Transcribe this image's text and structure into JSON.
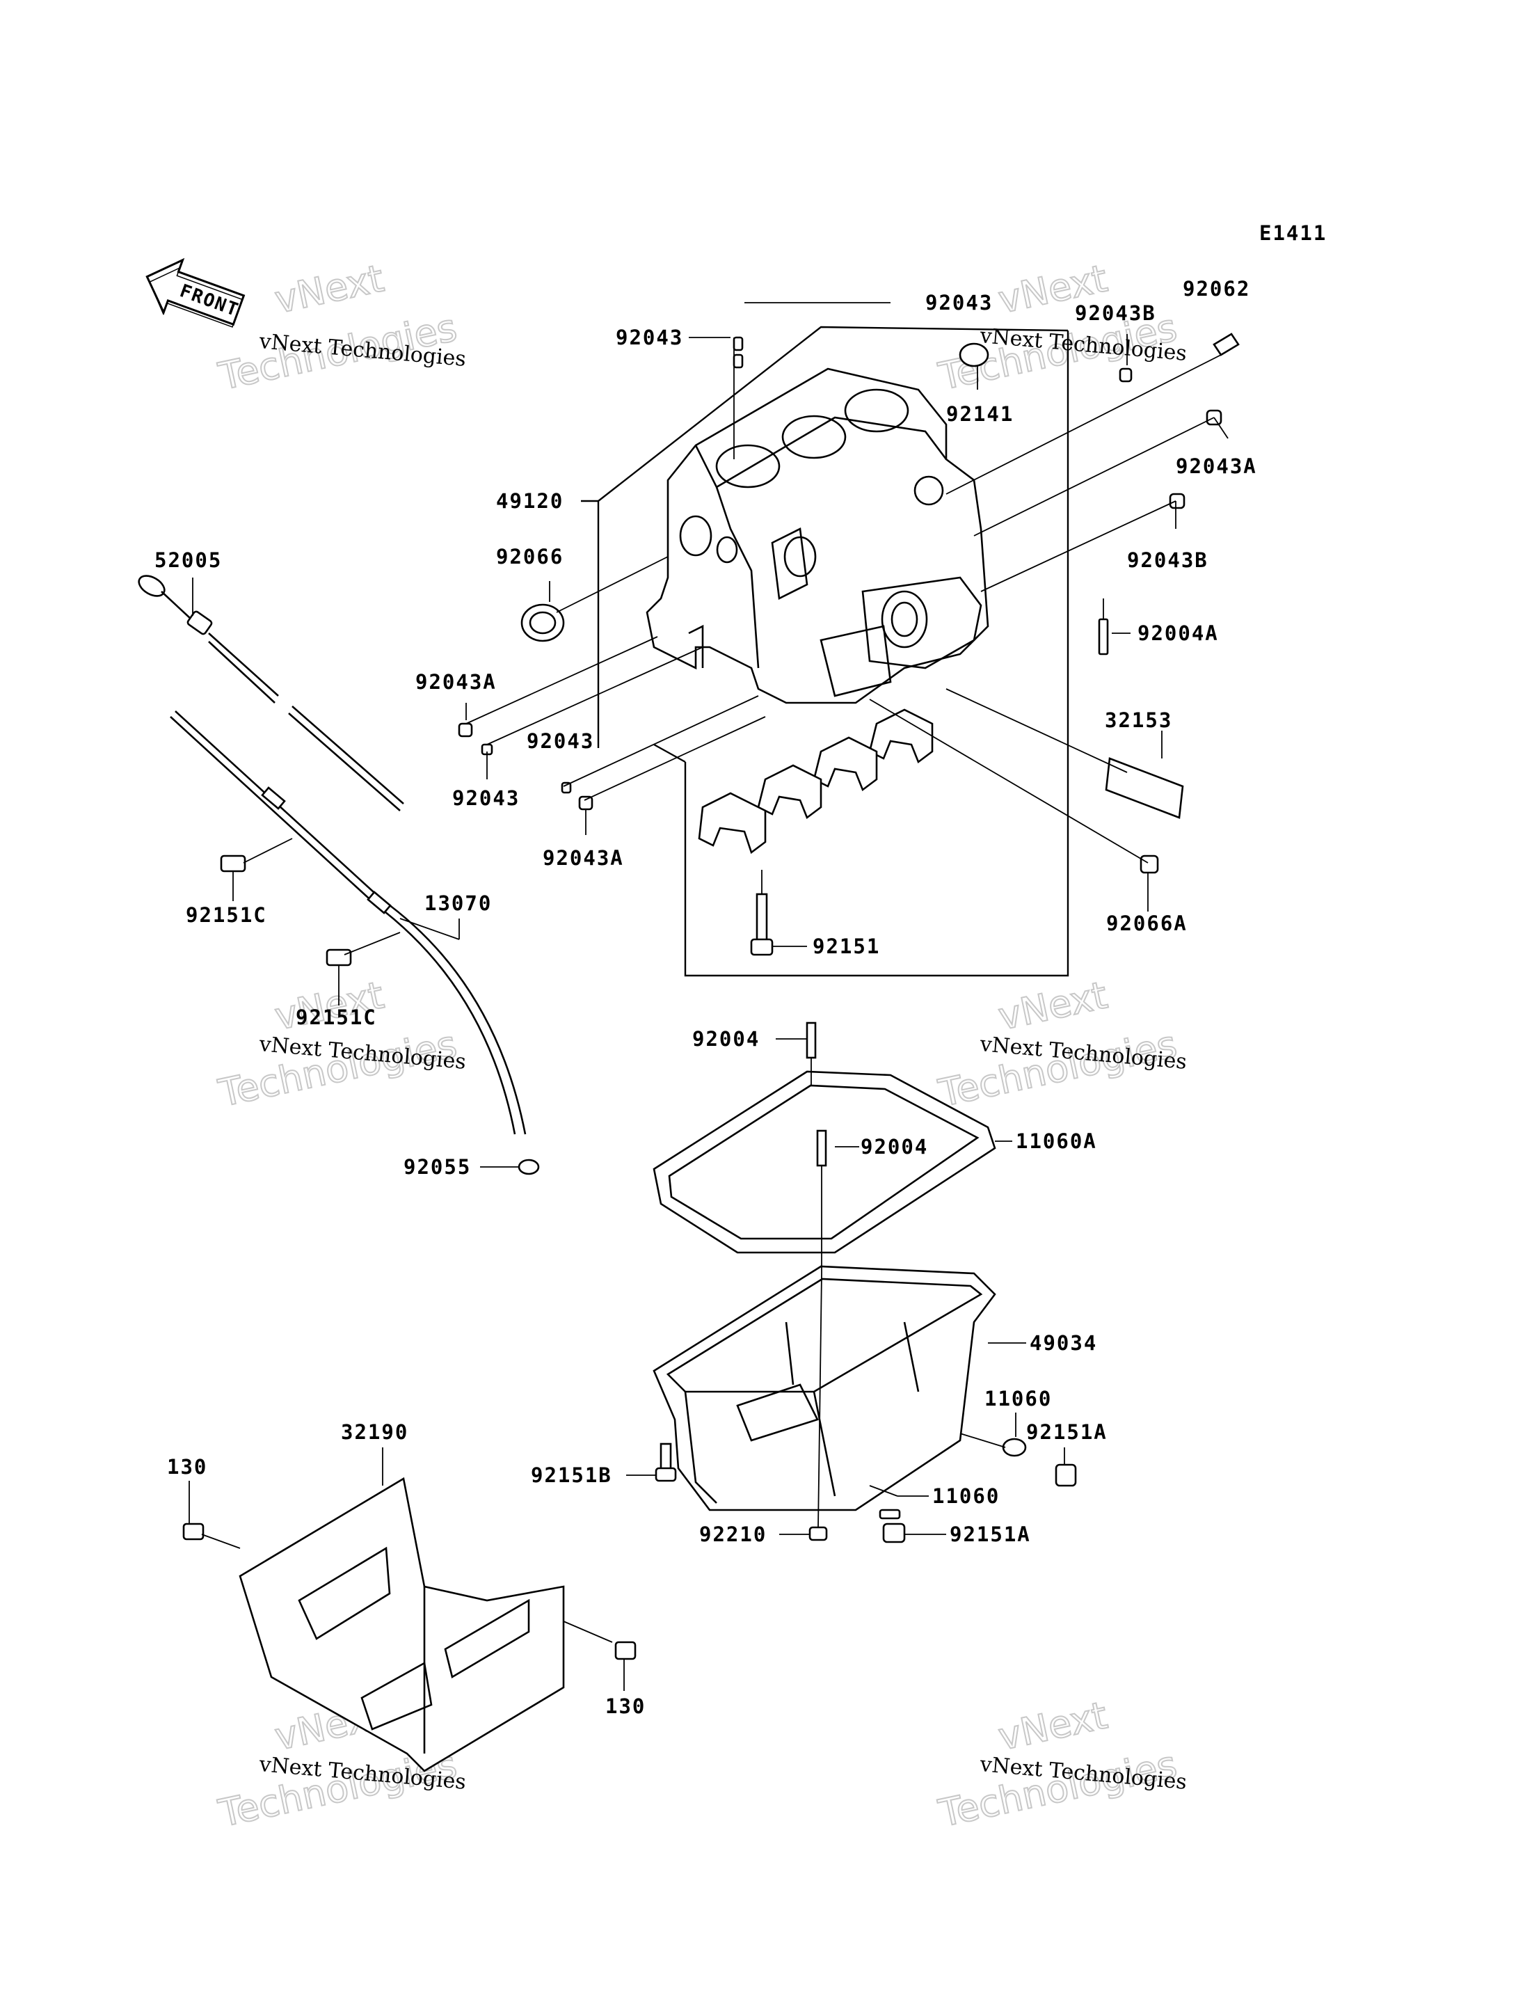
{
  "diagram": {
    "code": "E1411",
    "front_label": "FRONT",
    "watermark": {
      "line1": "vNext Technologies",
      "line2": "vNext",
      "line3": "Technologies"
    },
    "labels": {
      "p92043_top": "92043",
      "p92043_left": "92043",
      "p92043B_top": "92043B",
      "p92062": "92062",
      "p92141": "92141",
      "p49120": "49120",
      "p92043A_right": "92043A",
      "p92066": "92066",
      "p92043B_right": "92043B",
      "p52005": "52005",
      "p92004A": "92004A",
      "p92043A_left1": "92043A",
      "p32153": "32153",
      "p92043_mid": "92043",
      "p92043_mid2": "92043",
      "p92043A_left2": "92043A",
      "p92066A": "92066A",
      "p92151C_1": "92151C",
      "p13070": "13070",
      "p92151": "92151",
      "p92151C_2": "92151C",
      "p92004_1": "92004",
      "p92004_2": "92004",
      "p11060A": "11060A",
      "p92055": "92055",
      "p49034": "49034",
      "p11060_1": "11060",
      "p92151A_1": "92151A",
      "p32190": "32190",
      "p130_1": "130",
      "p92151B": "92151B",
      "p11060_2": "11060",
      "p92210": "92210",
      "p92151A_2": "92151A",
      "p130_2": "130"
    }
  }
}
